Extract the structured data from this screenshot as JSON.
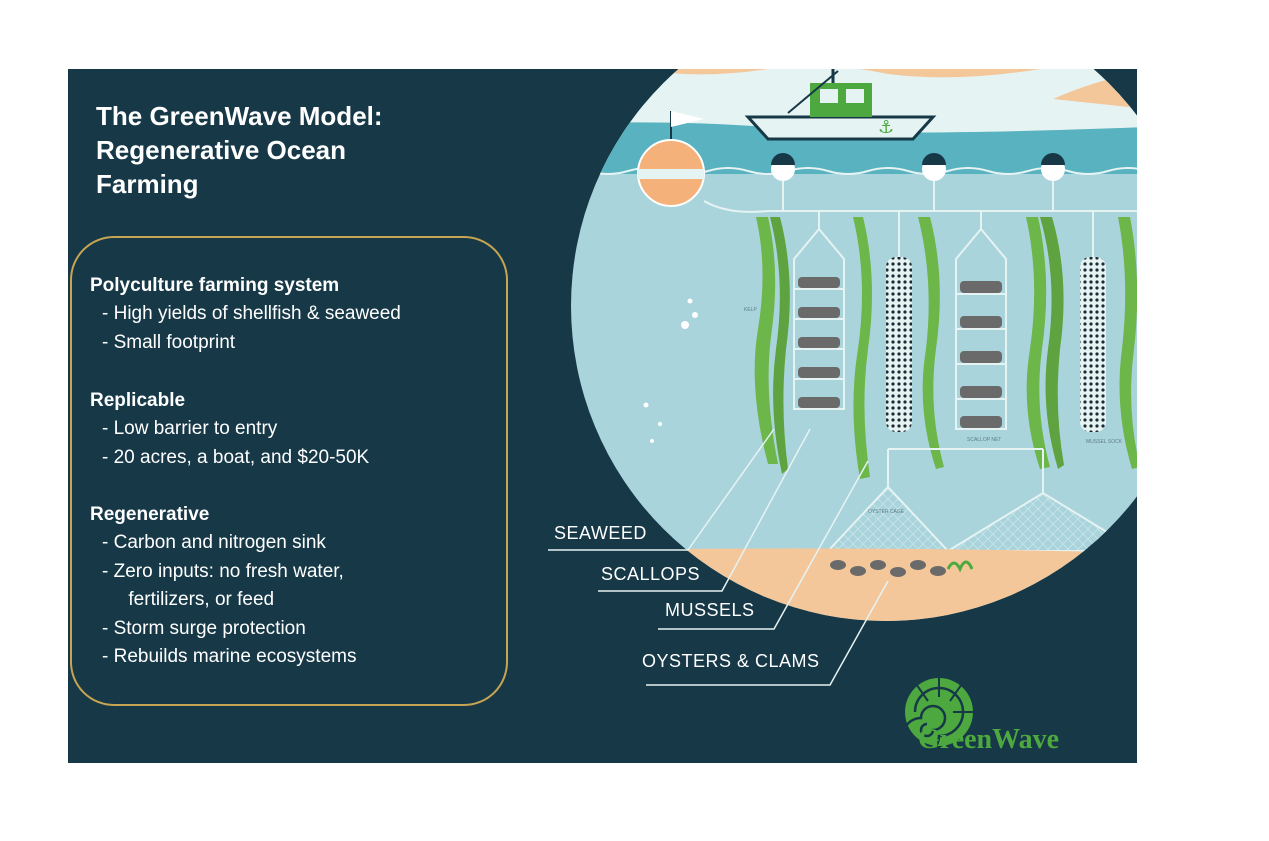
{
  "title": "The GreenWave Model:\nRegenerative Ocean\nFarming",
  "sections": [
    {
      "heading": "Polyculture farming system",
      "items": [
        "- High yields of shellfish & seaweed",
        "- Small footprint"
      ]
    },
    {
      "heading": "Replicable",
      "items": [
        "- Low barrier to entry",
        "- 20 acres, a boat, and $20-50K"
      ]
    },
    {
      "heading": "Regenerative",
      "items": [
        "- Carbon and nitrogen sink",
        "- Zero inputs: no fresh water,",
        "     fertilizers, or feed",
        "- Storm surge protection",
        "- Rebuilds marine ecosystems"
      ]
    }
  ],
  "diagram_labels": {
    "seaweed": "SEAWEED",
    "scallops": "SCALLOPS",
    "mussels": "MUSSELS",
    "oysters_clams": "OYSTERS & CLAMS"
  },
  "tiny_labels": {
    "kelp": "KELP",
    "scallop_net": "SCALLOP NET",
    "mussel_sock": "MUSSEL SOCK",
    "oyster_cage": "OYSTER CAGE"
  },
  "logo": {
    "text": "GreenWave",
    "icon": "nautilus-shell-icon"
  },
  "colors": {
    "background": "#163847",
    "accent_border": "#c8a552",
    "ocean": "#a9d4dc",
    "surface": "#58b2bf",
    "sky": "#e6f3f3",
    "seaweed": "#6cb64a",
    "brand_green": "#4da93f",
    "sand": "#f4c79a"
  }
}
